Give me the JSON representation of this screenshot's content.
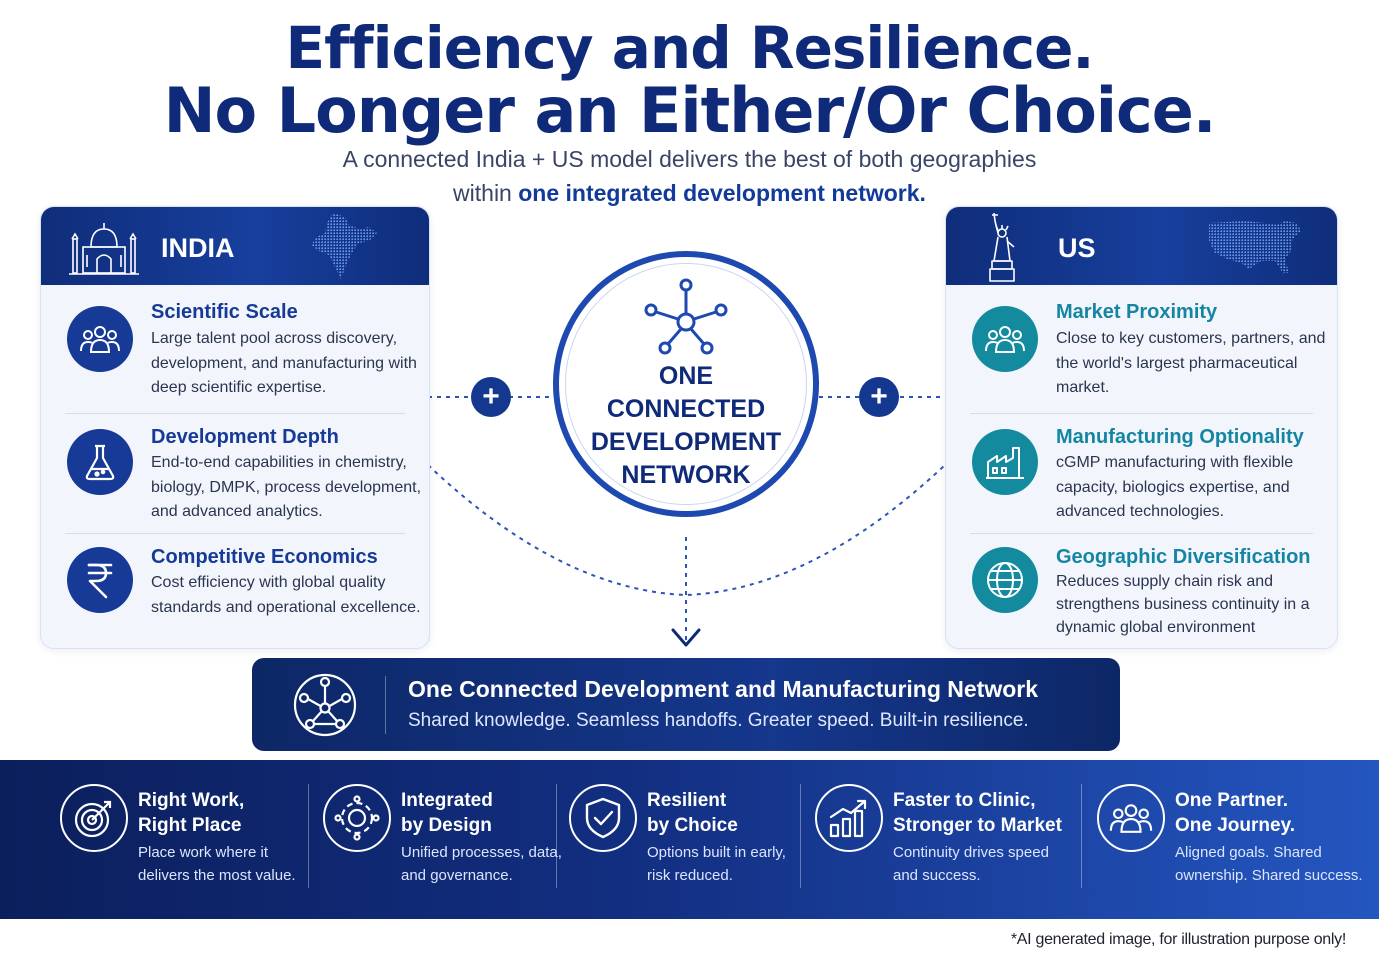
{
  "header": {
    "title_line1": "Efficiency and Resilience.",
    "title_line2": "No Longer an Either/Or Choice.",
    "subtitle_line1": "A connected India + US model delivers the best of both geographies",
    "subtitle_line2_prefix": "within",
    "subtitle_line2_highlight": "one integrated development network."
  },
  "india": {
    "title": "INDIA",
    "items": [
      {
        "heading": "Scientific Scale",
        "desc": "Large talent pool across discovery, development, and manufacturing with deep scientific expertise.",
        "icon": "people-group-icon"
      },
      {
        "heading": "Development Depth",
        "desc": "End-to-end capabilities in chemistry, biology, DMPK, process development, and advanced analytics.",
        "icon": "flask-icon"
      },
      {
        "heading": "Competitive Economics",
        "desc": "Cost efficiency with global quality standards and operational excellence.",
        "icon": "rupee-icon"
      }
    ]
  },
  "us": {
    "title": "US",
    "items": [
      {
        "heading": "Market Proximity",
        "desc": "Close to key customers, partners, and the world's largest pharmaceutical market.",
        "icon": "people-group-icon"
      },
      {
        "heading": "Manufacturing Optionality",
        "desc": "cGMP manufacturing with flexible capacity, biologics expertise, and advanced technologies.",
        "icon": "factory-icon"
      },
      {
        "heading": "Geographic Diversification",
        "desc": "Reduces supply chain risk and strengthens business continuity in a dynamic global environment",
        "icon": "globe-icon"
      }
    ]
  },
  "center": {
    "line1": "ONE",
    "line2": "CONNECTED",
    "line3": "DEVELOPMENT",
    "line4": "NETWORK",
    "plus_symbol": "+"
  },
  "banner": {
    "title": "One Connected Development and Manufacturing Network",
    "subtitle": "Shared knowledge. Seamless handoffs. Greater speed. Built-in resilience."
  },
  "features": [
    {
      "title1": "Right Work,",
      "title2": "Right Place",
      "desc1": "Place work where it",
      "desc2": "delivers the most value.",
      "icon": "target-icon"
    },
    {
      "title1": "Integrated",
      "title2": "by Design",
      "desc1": "Unified processes, data,",
      "desc2": "and governance.",
      "icon": "gear-network-icon"
    },
    {
      "title1": "Resilient",
      "title2": "by Choice",
      "desc1": "Options built in early,",
      "desc2": "risk reduced.",
      "icon": "shield-check-icon"
    },
    {
      "title1": "Faster to Clinic,",
      "title2": "Stronger to Market",
      "desc1": "Continuity drives speed",
      "desc2": "and success.",
      "icon": "growth-chart-icon"
    },
    {
      "title1": "One Partner.",
      "title2": "One Journey.",
      "desc1": "Aligned goals. Shared",
      "desc2": "ownership. Shared success.",
      "icon": "people-group-icon"
    }
  ],
  "disclaimer": "*AI generated image, for illustration purpose only!",
  "colors": {
    "navy": "#0f2a78",
    "india_accent": "#163a96",
    "us_accent": "#138a9e",
    "ring": "#1d49b0"
  }
}
